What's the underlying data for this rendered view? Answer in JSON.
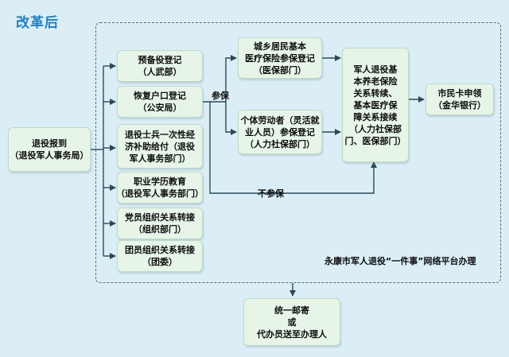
{
  "title": "改革后",
  "colors": {
    "title": "#1f7fbf",
    "background": "#dbeef6",
    "box_fill": "#e7f5e9",
    "line": "#2a4a5a"
  },
  "boxes": {
    "report": [
      "退役报到",
      "（退役军人事务局）"
    ],
    "reserve": [
      "预备役登记",
      "（人武部）"
    ],
    "hukou": [
      "恢复户口登记",
      "（公安局）"
    ],
    "subsidy": [
      "退役士兵一次性经",
      "济补助给付（退役",
      "军人事务部门）"
    ],
    "education": [
      "职业学历教育",
      "（退役军人事务部门）"
    ],
    "party": [
      "党员组织关系转接",
      "（组织部门）"
    ],
    "league": [
      "团员组织关系转接",
      "（团委）"
    ],
    "urban_rural": [
      "城乡居民基本",
      "医疗保险参保登记",
      "（医保部门）"
    ],
    "flexible": [
      "个体劳动者（灵活就",
      "业人员）参保登记",
      "（人力社保部门）"
    ],
    "transfer": [
      "军人退役基",
      "本养老保险",
      "关系转续、",
      "基本医疗保",
      "障关系接续",
      "（人力社保部",
      "门、医保部门）"
    ],
    "citizen_card": [
      "市民卡申领",
      "（金华银行）"
    ],
    "mail": [
      "统一邮寄",
      "或",
      "代办员送至办理人"
    ]
  },
  "labels": {
    "insured": "参保",
    "not_insured": "不参保",
    "platform_note": "永康市军人退役“一件事”网络平台办理"
  }
}
